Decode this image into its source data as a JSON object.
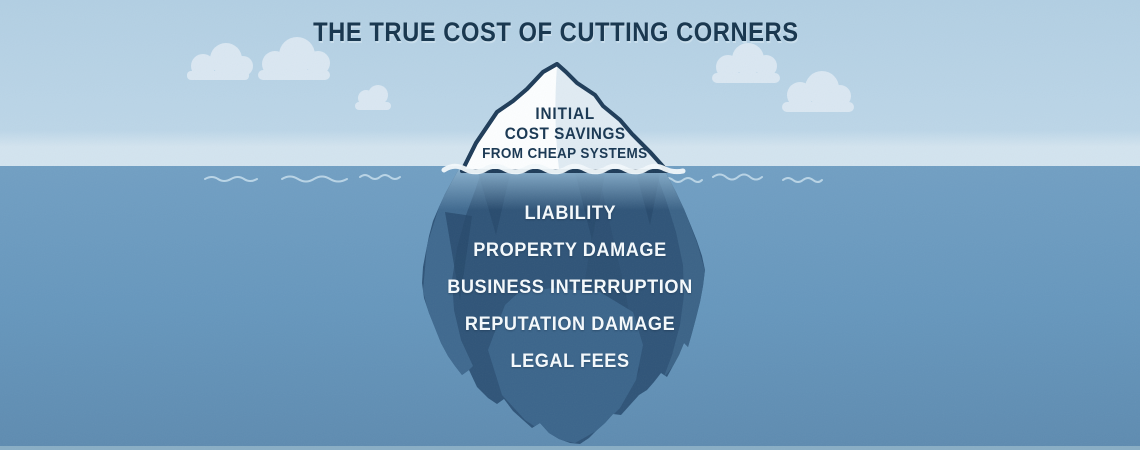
{
  "title": {
    "text": "THE TRUE COST OF CUTTING CORNERS"
  },
  "iceberg": {
    "above_water": {
      "line1": "INITIAL",
      "line2": "COST SAVINGS",
      "line3": "FROM CHEAP SYSTEMS"
    },
    "below_water": {
      "items": [
        "LIABILITY",
        "PROPERTY DAMAGE",
        "BUSINESS INTERRUPTION",
        "REPUTATION DAMAGE",
        "LEGAL FEES"
      ]
    }
  },
  "scene": {
    "sky_color": "#b5d1e4",
    "horizon_haze_color": "#d3e4ef",
    "sea_color": "#6d9cc0",
    "sea_deep_color": "#5e8bb0",
    "cloud_color": "#dce9f3",
    "iceberg_tip_color": "#fcfeff",
    "iceberg_tip_facet_color": "#dbe8f1",
    "iceberg_outline_color": "#1e3c59",
    "iceberg_body_color": "#2f5478",
    "iceberg_facet_light_color": "#3b658b",
    "title_color": "#1a3850",
    "label_color": "#f3f8fb"
  }
}
